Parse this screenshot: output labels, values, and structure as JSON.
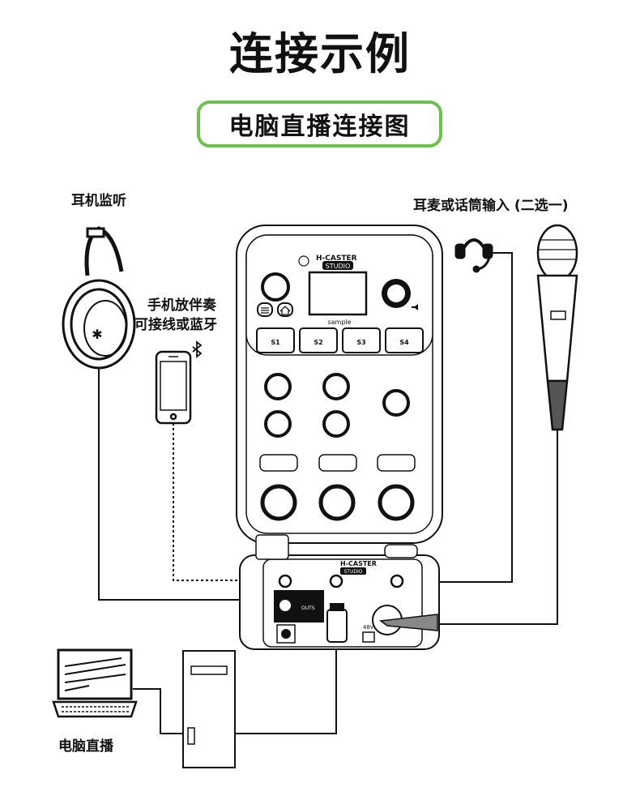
{
  "title": "连接示例",
  "subtitle": "电脑直播连接图",
  "labels": {
    "headphones": "耳机监听",
    "phone_line1": "手机放伴奏",
    "phone_line2": "可接线或蓝牙",
    "mic": "耳麦或话筒输入 (二选一)",
    "computer": "电脑直播"
  },
  "device": {
    "brand_line1": "H-CASTER",
    "brand_line2": "STUDIO",
    "sample_label": "sample",
    "pads": [
      "S1",
      "S2",
      "S3",
      "S4"
    ],
    "rear_outs_label": "OUTS",
    "phantom_label": "48v"
  },
  "colors": {
    "accent": "#6cc24a",
    "line": "#111111"
  },
  "icons": [
    "bluetooth-icon",
    "home-icon",
    "menu-icon",
    "headset-icon",
    "microphone-icon",
    "phone-icon",
    "laptop-icon",
    "tower-pc-icon"
  ]
}
